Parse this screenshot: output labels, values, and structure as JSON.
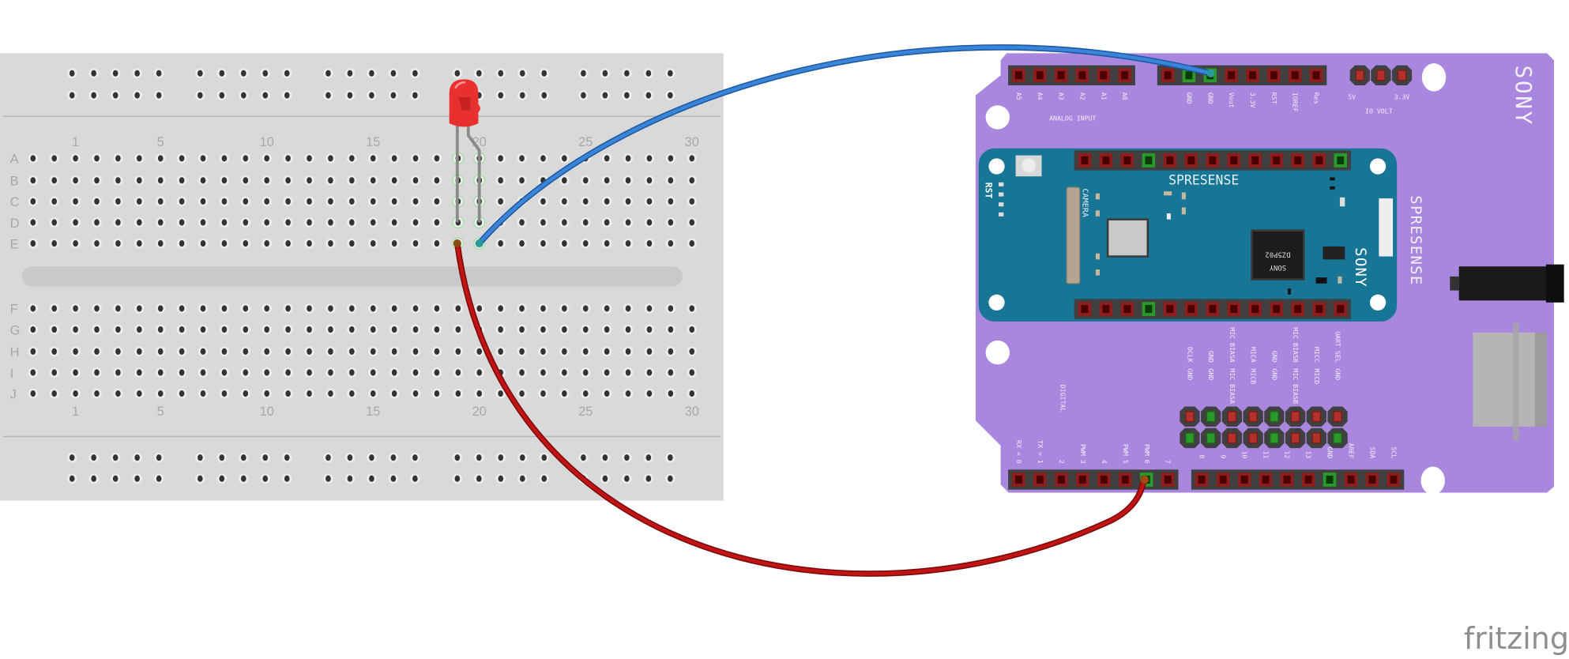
{
  "breadboard": {
    "column_labels": [
      "1",
      "5",
      "10",
      "15",
      "20",
      "25",
      "30"
    ],
    "rows_top": [
      "A",
      "B",
      "C",
      "D",
      "E"
    ],
    "rows_bottom": [
      "F",
      "G",
      "H",
      "I",
      "J"
    ]
  },
  "shield": {
    "brand": "SONY",
    "side_label": "SPRESENSE",
    "analog_label": "ANALOG INPUT",
    "analog_pins": [
      "A5",
      "A4",
      "A3",
      "A2",
      "A1",
      "A0"
    ],
    "power_pins": [
      "",
      "GND",
      "GND",
      "Vout",
      "3.3V",
      "RST",
      "IOREF",
      "Res"
    ],
    "io_volt": {
      "label": "IO VOLT",
      "v5": "5V",
      "v33": "3.3V"
    },
    "digital_label": "DIGITAL",
    "digital_pins_low": [
      "RX < 0",
      "TX > 1",
      "2",
      "PWM 3",
      "4",
      "PWM 5",
      "PWM 6",
      "7"
    ],
    "digital_pins_high": [
      "8",
      "9",
      "10",
      "11",
      "12",
      "13",
      "GND",
      "AREF",
      "SDA",
      "SCL"
    ],
    "mic_labels_upper": [
      "DCLK",
      "GND",
      "MIC BIASA",
      "MICA",
      "GND",
      "MIC BIASB",
      "MICC",
      "UART SEL"
    ],
    "mic_labels_lower": [
      "GND",
      "GND",
      "MIC BIASA",
      "MICB",
      "GND",
      "MIC BIASB",
      "MICD",
      "GND"
    ]
  },
  "main_board": {
    "title": "SPRESENSE",
    "reset_label": "RST",
    "camera_label": "CAMERA",
    "chip_part": "DZ5P02",
    "chip_brand": "SONY",
    "brand": "SONY"
  },
  "watermark": "fritzing",
  "colors": {
    "shield": "#a987df",
    "main_board": "#177596",
    "breadboard": "#d9d9d9",
    "wire_blue": "#2f74c8",
    "wire_red": "#b50f0f",
    "led": "#e8302e",
    "pin_connected": "#2a9a2a"
  }
}
